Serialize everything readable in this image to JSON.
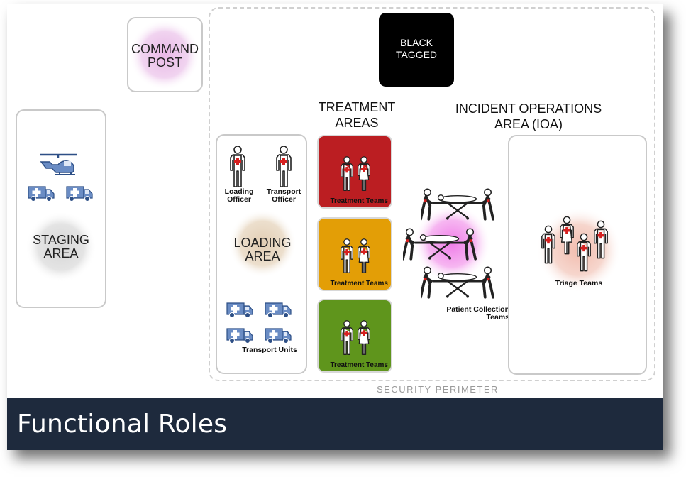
{
  "footer": {
    "title": "Functional Roles"
  },
  "colors": {
    "treatment_red": "#bb1e22",
    "treatment_yellow": "#e39e06",
    "treatment_green": "#5f951c",
    "footer_bg": "#1e2a3d",
    "vehicle_blue": "#6a8cc4"
  },
  "command_post": {
    "label": "COMMAND POST"
  },
  "staging": {
    "label": "STAGING AREA"
  },
  "black_tagged": {
    "label": "BLACK TAGGED"
  },
  "treatment_heading": "TREATMENT AREAS",
  "ioa_heading": "INCIDENT OPERATIONS AREA (IOA)",
  "loading": {
    "area_label": "LOADING AREA",
    "loading_officer": "Loading Officer",
    "transport_officer": "Transport Officer",
    "transport_units": "Transport Units"
  },
  "treatment_teams": [
    "Treatment Teams",
    "Treatment Teams",
    "Treatment Teams"
  ],
  "patient_collection": "Patient Collection Teams",
  "triage": "Triage Teams",
  "perimeter": "SECURITY PERIMETER",
  "icons": [
    "helicopter-icon",
    "ambulance-icon",
    "person-icon",
    "stretcher-team-icon"
  ]
}
